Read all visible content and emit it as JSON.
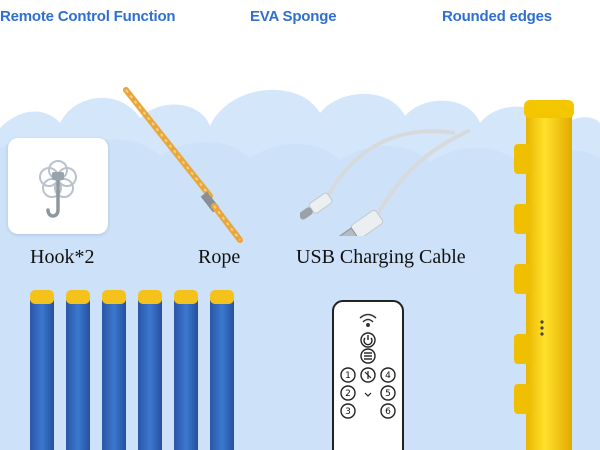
{
  "features": {
    "remote": "Remote Control Function",
    "sponge": "EVA Sponge",
    "edges": "Rounded edges"
  },
  "items": {
    "hook": "Hook*2",
    "rope": "Rope",
    "usb": "USB Charging Cable"
  },
  "remote_buttons": [
    "1",
    "2",
    "3",
    "4",
    "5",
    "6"
  ],
  "colors": {
    "feature_text": "#2f6fd1",
    "sky": "#d4e6fa",
    "sponge_blue": "#2f63b8",
    "cap_yellow": "#f4c21a",
    "pole_yellow": "#f7d300"
  }
}
